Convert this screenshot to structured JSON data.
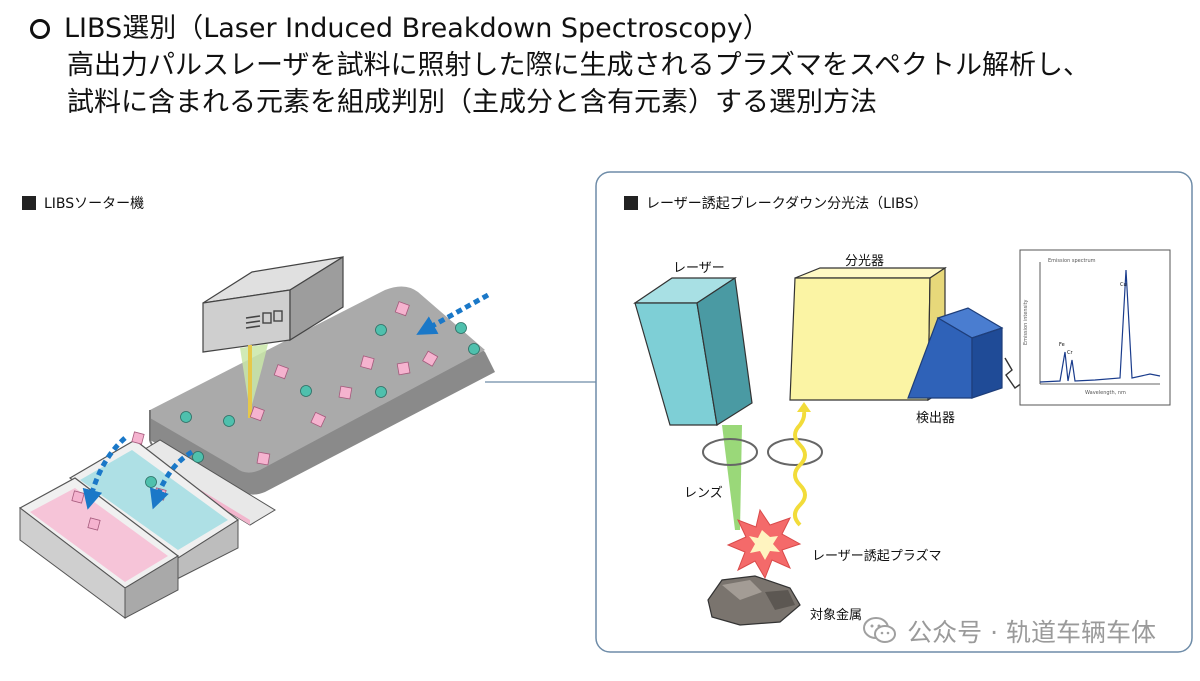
{
  "header": {
    "line1": "LIBS選別（Laser Induced Breakdown Spectroscopy）",
    "line2": "高出力パルスレーザを試料に照射した際に生成されるプラズマをスペクトル解析し、",
    "line3": "試料に含まれる元素を組成判別（主成分と含有元素）する選別方法"
  },
  "left_panel": {
    "title": "LIBSソーター機"
  },
  "right_panel": {
    "title": "レーザー誘起ブレークダウン分光法（LIBS）",
    "labels": {
      "laser": "レーザー",
      "spectrometer": "分光器",
      "detector": "検出器",
      "lens": "レンズ",
      "plasma": "レーザー誘起プラズマ",
      "target": "対象金属"
    },
    "spectrum": {
      "title": "Emission spectrum",
      "peaks": [
        "Fe",
        "Cr",
        "Cu"
      ],
      "xlabel": "Wavelength, nm",
      "ylabel": "Emission intensity"
    }
  },
  "watermark": {
    "text": "公众号 · 轨道车辆车体"
  },
  "colors": {
    "laser_box": "#7ecfd6",
    "spectrometer_box": "#fbf4a4",
    "detector_box": "#2f62b8",
    "conveyor": "#8a8a8a",
    "pink_particle": "#f5b3cf",
    "teal_particle": "#4fc0ad",
    "arrow_blue": "#1a78c8",
    "plasma": "#f46a6a",
    "beam": "#8fd46a"
  }
}
